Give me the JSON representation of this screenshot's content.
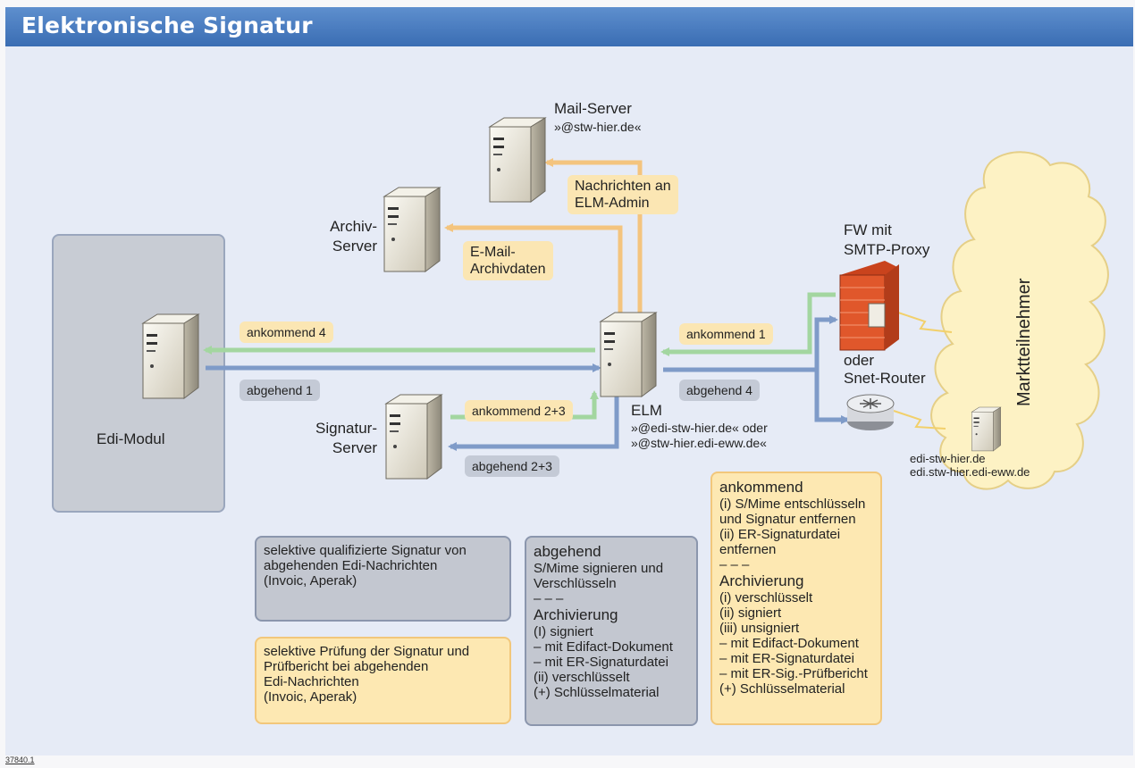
{
  "title": "Elektronische Signatur",
  "nodes": {
    "mail_server": {
      "name": "Mail-Server",
      "domain": "»@stw-hier.de«"
    },
    "archiv_server": {
      "line1": "Archiv-",
      "line2": "Server"
    },
    "signatur_server": {
      "line1": "Signatur-",
      "line2": "Server"
    },
    "elm": {
      "name": "ELM",
      "line1": "»@edi-stw-hier.de« oder",
      "line2": "»@stw-hier.edi-eww.de«"
    },
    "edi_modul": "Edi-Modul",
    "fw": {
      "line1": "FW mit",
      "line2": "SMTP-Proxy",
      "or": "oder",
      "router": "Snet-Router"
    },
    "marktteilnehmer": "Marktteilnehmer",
    "partner_addr": {
      "line1": "edi-stw-hier.de",
      "line2": "edi.stw-hier.edi-eww.de"
    }
  },
  "flows": {
    "nachrichten_1": "Nachrichten an",
    "nachrichten_2": "ELM-Admin",
    "email_1": "E-Mail-",
    "email_2": "Archivdaten",
    "ankommend4": "ankommend 4",
    "abgehend1": "abgehend 1",
    "ankommend1": "ankommend 1",
    "abgehend4": "abgehend 4",
    "ankommend23": "ankommend 2+3",
    "abgehend23": "abgehend 2+3"
  },
  "notes": {
    "selektiv_sig": [
      "selektive qualifizierte Signatur von",
      "abgehenden Edi-Nachrichten",
      "(Invoic, Aperak)"
    ],
    "selektiv_pruef": [
      "selektive Prüfung der Signatur und",
      "Prüfbericht bei abgehenden",
      "Edi-Nachrichten",
      "(Invoic, Aperak)"
    ],
    "abgehend": [
      "abgehend",
      "S/Mime signieren und",
      "Verschlüsseln",
      "– – –",
      "Archivierung",
      "(I) signiert",
      "– mit Edifact-Dokument",
      "– mit ER-Signaturdatei",
      "(ii) verschlüsselt",
      "(+) Schlüsselmaterial"
    ],
    "ankommend": [
      "ankommend",
      "(i) S/Mime entschlüsseln",
      "und Signatur entfernen",
      "(ii) ER-Signaturdatei",
      "entfernen",
      "– – –",
      "Archivierung",
      "(i) verschlüsselt",
      "(ii) signiert",
      "(iii) unsigniert",
      "– mit Edifact-Dokument",
      "– mit ER-Signaturdatei",
      "– mit ER-Sig.-Prüfbericht",
      "(+) Schlüsselmaterial"
    ]
  },
  "figure_id": "37840.1",
  "colors": {
    "header": "#3a6db3",
    "arrow_blue": "#7f9bc8",
    "arrow_green": "#a3d6a0",
    "arrow_orange": "#f4c47e",
    "firewall": "#e0572b",
    "cloud": "#fdf2c4"
  }
}
